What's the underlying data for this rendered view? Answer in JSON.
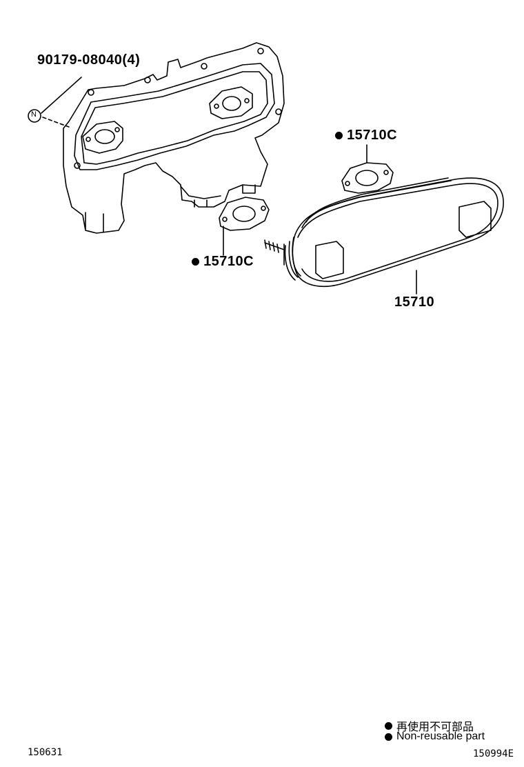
{
  "labels": {
    "bolt": "90179-08040(4)",
    "gasket_upper": "15710C",
    "gasket_lower": "15710C",
    "cooler": "15710",
    "n_marker": "N"
  },
  "legend": {
    "japanese": "再使用不可部品",
    "english": "Non-reusable part"
  },
  "footer": {
    "left_code": "150631",
    "right_code": "150994E"
  }
}
